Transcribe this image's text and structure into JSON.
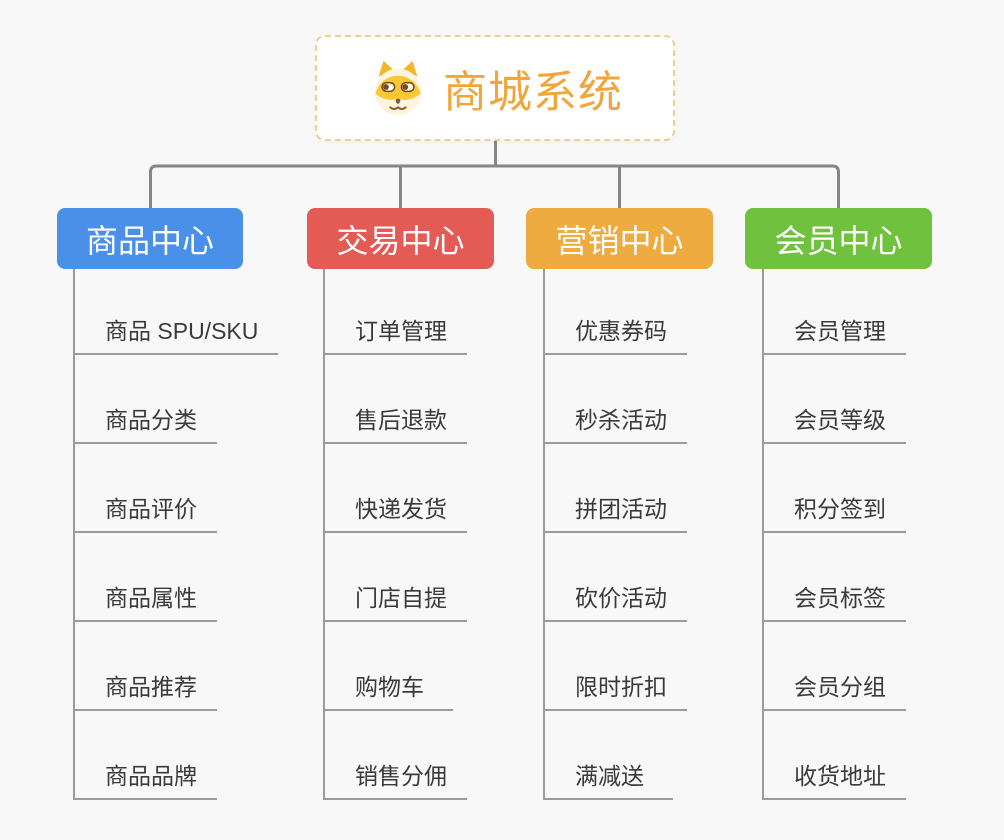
{
  "root": {
    "title": "商城系统",
    "icon": "dog-face-icon",
    "title_color": "#f0a63c",
    "border_color": "#f3cd8a",
    "background": "#ffffff"
  },
  "branches": [
    {
      "label": "商品中心",
      "color": "#4a90e8",
      "items": [
        "商品 SPU/SKU",
        "商品分类",
        "商品评价",
        "商品属性",
        "商品推荐",
        "商品品牌"
      ]
    },
    {
      "label": "交易中心",
      "color": "#e45b55",
      "items": [
        "订单管理",
        "售后退款",
        "快递发货",
        "门店自提",
        "购物车",
        "销售分佣"
      ]
    },
    {
      "label": "营销中心",
      "color": "#eeab40",
      "items": [
        "优惠券码",
        "秒杀活动",
        "拼团活动",
        "砍价活动",
        "限时折扣",
        "满减送"
      ]
    },
    {
      "label": "会员中心",
      "color": "#6fc13e",
      "items": [
        "会员管理",
        "会员等级",
        "积分签到",
        "会员标签",
        "会员分组",
        "收货地址"
      ]
    }
  ],
  "connector_color": "#868686",
  "underline_color": "#9b9b9b",
  "canvas_background": "#f8f8f8"
}
